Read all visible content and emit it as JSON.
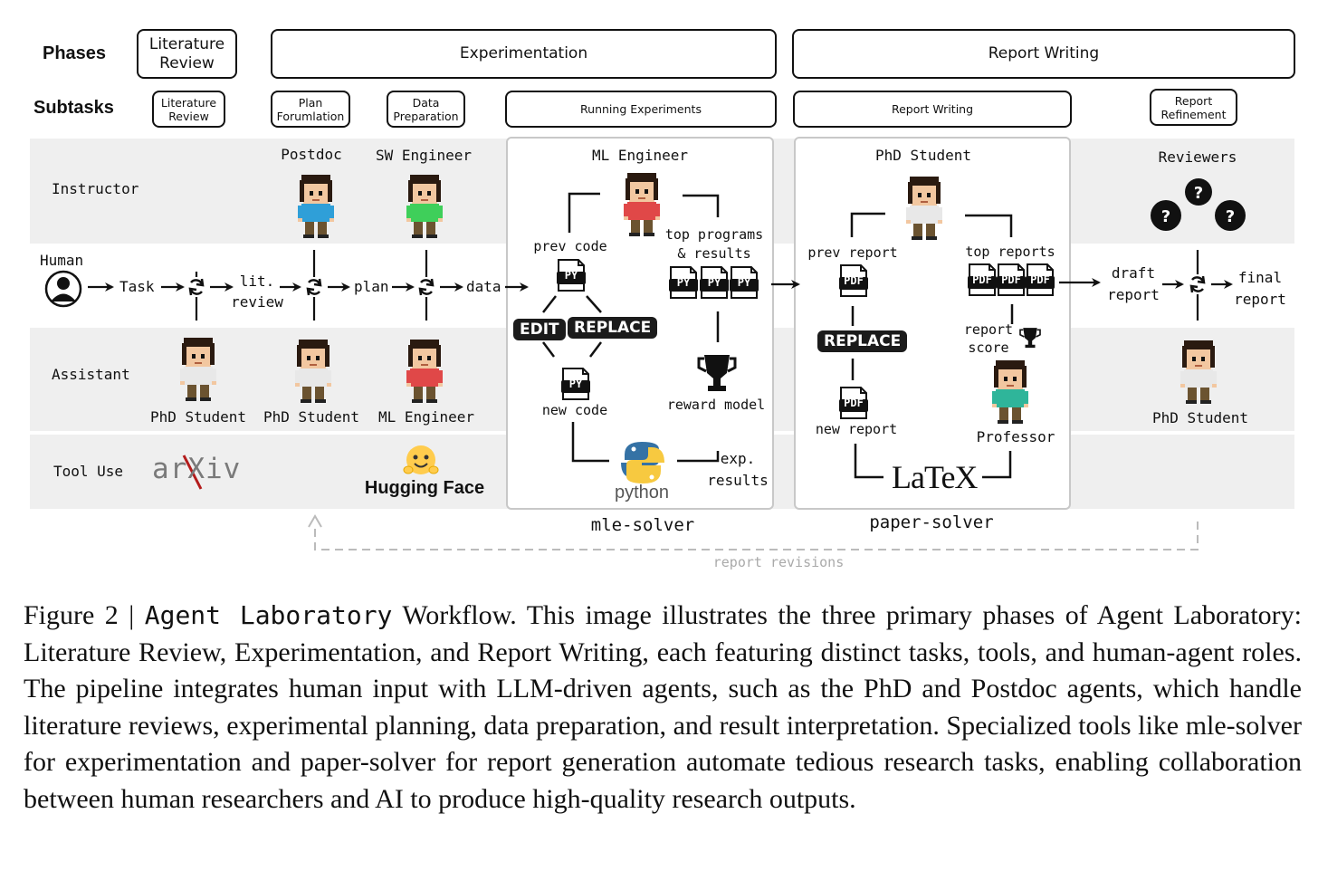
{
  "rows": {
    "phases": "Phases",
    "subtasks": "Subtasks",
    "instructor": "Instructor",
    "human": "Human",
    "assistant": "Assistant",
    "tool_use": "Tool Use"
  },
  "phases": {
    "literature_review": "Literature Review",
    "experimentation": "Experimentation",
    "report_writing": "Report Writing"
  },
  "subtasks": {
    "literature_review": "Literature Review",
    "plan_formulation": "Plan Forumlation",
    "data_preparation": "Data Preparation",
    "running_experiments": "Running Experiments",
    "report_writing": "Report Writing",
    "report_refinement": "Report Refinement"
  },
  "instructors": {
    "postdoc": "Postdoc",
    "sw_engineer": "SW Engineer",
    "ml_engineer": "ML Engineer",
    "phd_student": "PhD Student",
    "reviewers": "Reviewers"
  },
  "flow": {
    "task": "Task",
    "lit_review": "lit. review",
    "plan": "plan",
    "data": "data",
    "draft_report": "draft report",
    "final_report": "final report"
  },
  "assistants": {
    "phd_student_1": "PhD Student",
    "phd_student_2": "PhD Student",
    "ml_engineer": "ML Engineer",
    "phd_student_3": "PhD Student"
  },
  "tools": {
    "arxiv": "arXiv",
    "hugging_face": "Hugging Face",
    "python": "python",
    "latex": "LaTeX"
  },
  "mle_solver": {
    "name": "mle-solver",
    "prev_code": "prev code",
    "top_programs": "top programs & results",
    "edit": "EDIT",
    "replace": "REPLACE",
    "new_code": "new code",
    "reward_model": "reward model",
    "exp_results": "exp. results",
    "file_py": "PY"
  },
  "paper_solver": {
    "name": "paper-solver",
    "prev_report": "prev report",
    "top_reports": "top reports",
    "replace": "REPLACE",
    "new_report": "new report",
    "report_score": "report score",
    "professor": "Professor",
    "file_pdf": "PDF"
  },
  "report_revisions": "report revisions",
  "caption": {
    "prefix": "Figure 2 | ",
    "name": "Agent Laboratory",
    "text": " Workflow. This image illustrates the three primary phases of Agent Laboratory: Literature Review, Experimentation, and Report Writing, each featuring distinct tasks, tools, and human-agent roles. The pipeline integrates human input with LLM-driven agents, such as the PhD and Postdoc agents, which handle literature reviews, experimental planning, data preparation, and result interpretation. Specialized tools like mle-solver for experimentation and paper-solver for report generation automate tedious research tasks, enabling collaboration between human researchers and AI to produce high-quality research outputs."
  },
  "colors": {
    "band": "#efefef",
    "postdoc_shirt": "#2f9fd8",
    "sw_shirt": "#3fcf5a",
    "ml_shirt": "#e04848",
    "phd_shirt": "#e8e8e8",
    "professor_shirt": "#2fb59a",
    "python_blue": "#3572a5",
    "python_yellow": "#f7c940",
    "arxiv_red": "#b31b1b",
    "hf_yellow": "#ffcc4d"
  }
}
